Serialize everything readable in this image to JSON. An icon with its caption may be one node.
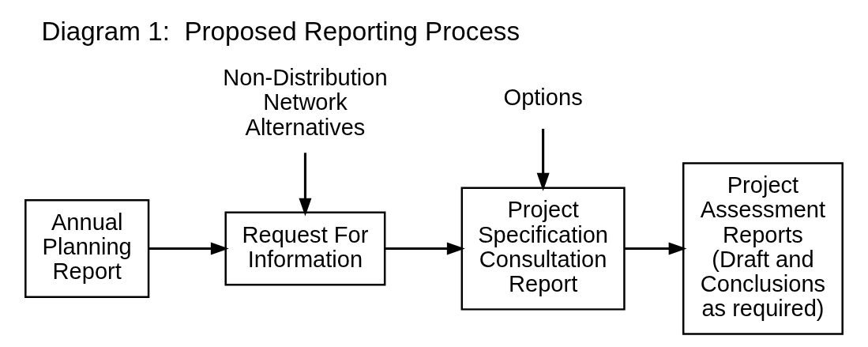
{
  "diagram": {
    "title": "Diagram 1:  Proposed Reporting Process",
    "nodes": [
      {
        "text": [
          "Annual Planning Report"
        ]
      },
      {
        "text": [
          "Request For Information"
        ]
      },
      {
        "text": [
          "Project Specification Consultation Report"
        ]
      },
      {
        "text": [
          "Project Assessment Reports (Draft and Conclusions as required)"
        ]
      },
      {
        "text": [
          "Non-Distribution Network Alternatives"
        ]
      },
      {
        "text": [
          "Options"
        ]
      }
    ],
    "edges": [
      {
        "from": 0,
        "to": 1,
        "arrow": "to"
      },
      {
        "from": 1,
        "to": 2,
        "arrow": "to"
      },
      {
        "from": 2,
        "to": 3,
        "arrow": "to"
      },
      {
        "from": 4,
        "to": 1,
        "arrow": "to"
      },
      {
        "from": 5,
        "to": 2,
        "arrow": "to"
      }
    ]
  }
}
